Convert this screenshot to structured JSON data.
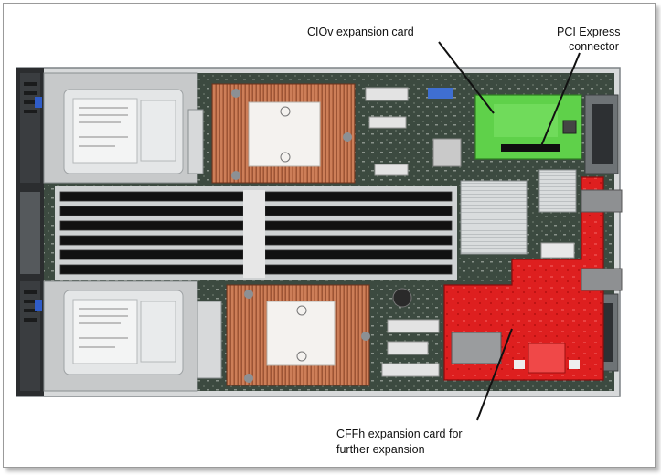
{
  "labels": {
    "ciov": "CIOv expansion card",
    "pci_line1": "PCI Express",
    "pci_line2": "connector",
    "cffh_line1": "CFFh expansion card for",
    "cffh_line2": "further expansion"
  },
  "colors": {
    "board": "#3b4a3e",
    "tray": "#c9cbcc",
    "heatsink": "#c0704a",
    "ciov_card": "#5fd14a",
    "cffh_card": "#e21f1f",
    "dimm": "#111111"
  }
}
